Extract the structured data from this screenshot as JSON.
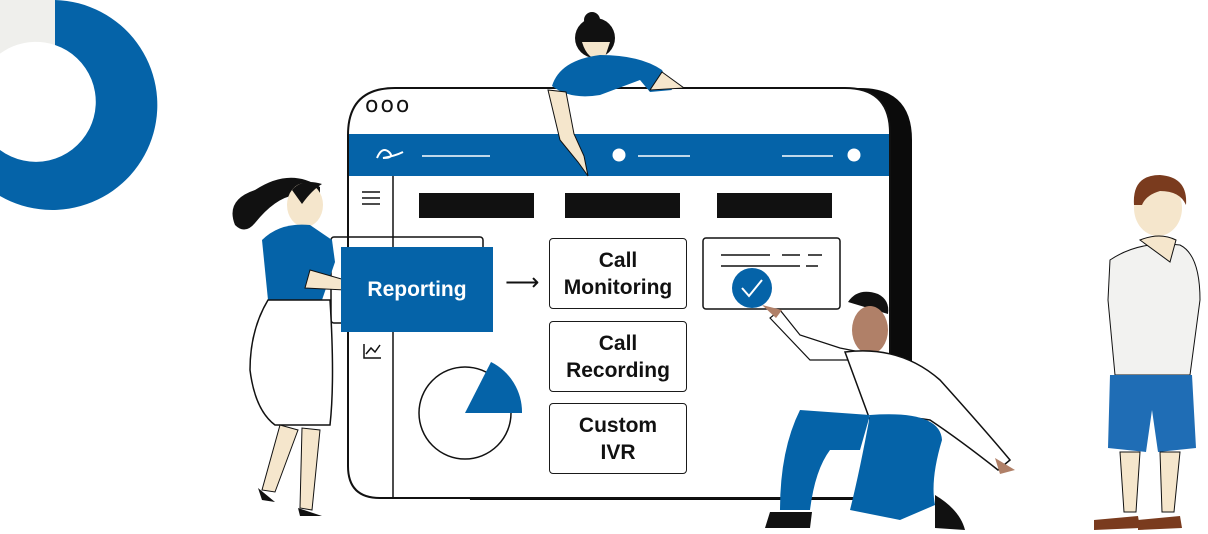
{
  "menu": {
    "reporting_label": "Reporting",
    "options": [
      {
        "line1": "Call",
        "line2": "Monitoring"
      },
      {
        "line1": "Call",
        "line2": "Recording"
      },
      {
        "line1": "Custom",
        "line2": "IVR"
      }
    ],
    "arrow": "⟶"
  },
  "window": {
    "controls": "ooo"
  },
  "colors": {
    "brand_blue": "#0563a8",
    "dark": "#111111",
    "skin_light": "#f5e6cc",
    "skin_dark": "#b08068",
    "hair": "#1a1a1a"
  },
  "icons": [
    "hamburger-icon",
    "signature-icon",
    "trend-chart-icon",
    "checkmark-icon"
  ]
}
